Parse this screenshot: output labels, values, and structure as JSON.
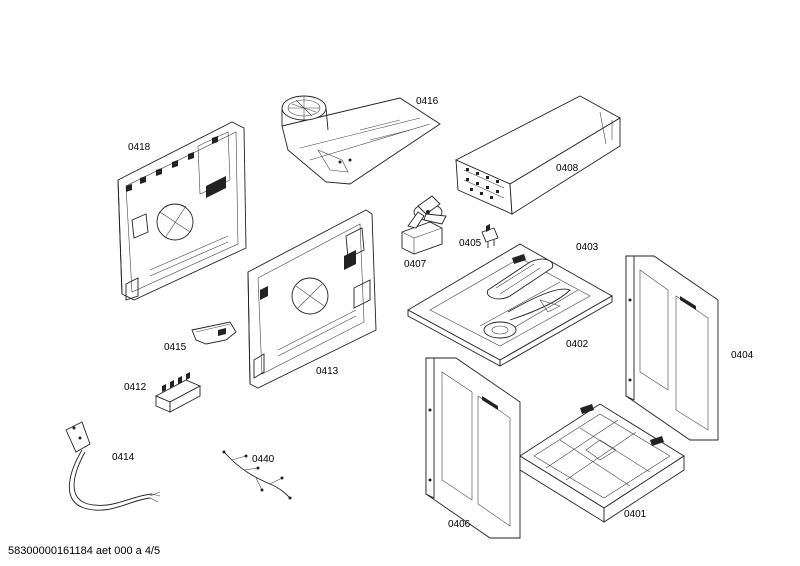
{
  "diagram": {
    "parts": [
      {
        "id": "p0401",
        "label": "0401"
      },
      {
        "id": "p0402",
        "label": "0402"
      },
      {
        "id": "p0403",
        "label": "0403"
      },
      {
        "id": "p0404",
        "label": "0404"
      },
      {
        "id": "p0405",
        "label": "0405"
      },
      {
        "id": "p0406",
        "label": "0406"
      },
      {
        "id": "p0407",
        "label": "0407"
      },
      {
        "id": "p0408",
        "label": "0408"
      },
      {
        "id": "p0412",
        "label": "0412"
      },
      {
        "id": "p0413",
        "label": "0413"
      },
      {
        "id": "p0414",
        "label": "0414"
      },
      {
        "id": "p0415",
        "label": "0415"
      },
      {
        "id": "p0416",
        "label": "0416"
      },
      {
        "id": "p0418",
        "label": "0418"
      },
      {
        "id": "p0440",
        "label": "0440"
      }
    ]
  },
  "footer": {
    "text": "58300000161184 aet 000 a 4/5"
  }
}
